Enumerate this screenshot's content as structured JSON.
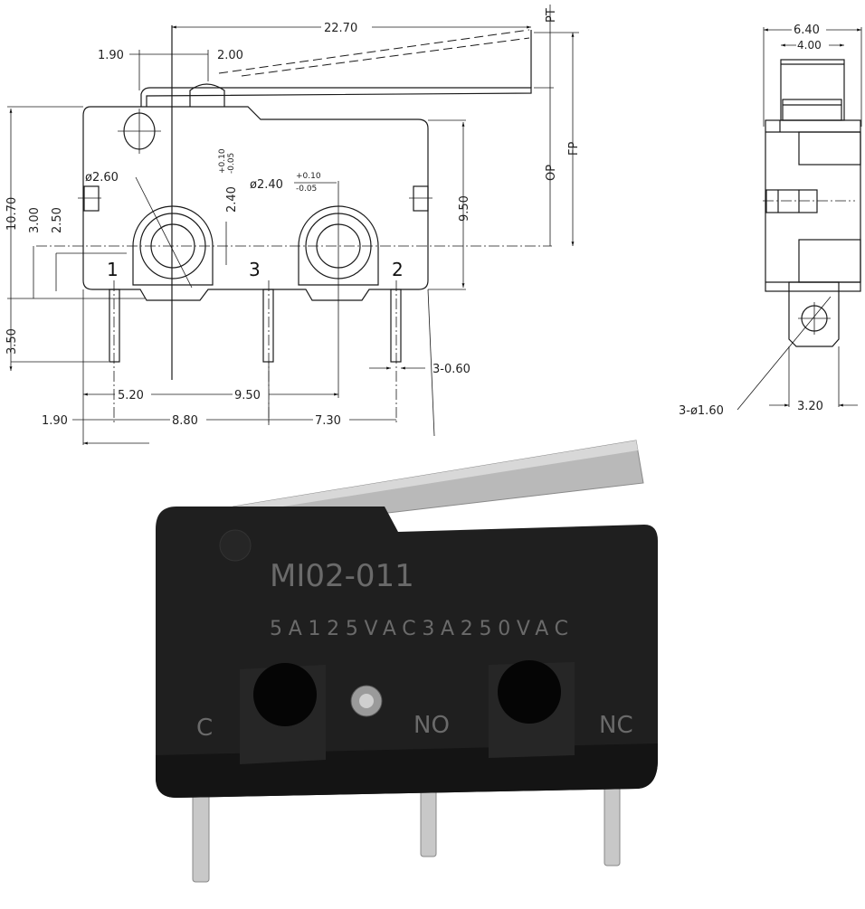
{
  "front_view": {
    "dims": {
      "overall_length": "22.70",
      "lever_offset": "1.90",
      "plunger_offset": "2.00",
      "height": "10.70",
      "hole_height_a": "3.00",
      "hole_height_b": "2.50",
      "pin_length": "3.50",
      "body_height": "9.50",
      "hole_tol_vertical": "2.40",
      "hole_tol_vertical_plus": "+0.10",
      "hole_tol_vertical_minus": "-0.05",
      "left_hole_dia": "ø2.60",
      "right_hole_dia": "ø2.40",
      "right_hole_plus": "+0.10",
      "right_hole_minus": "-0.05",
      "left_edge_to_hole": "5.20",
      "hole_spacing": "9.50",
      "edge_to_pin": "1.90",
      "pin1_to_pin3": "8.80",
      "pin3_to_pin2": "7.30",
      "pin_width": "3-0.60"
    },
    "positions": {
      "pt": "PT",
      "op": "OP",
      "fp": "FP"
    },
    "pin_labels": [
      "1",
      "3",
      "2"
    ]
  },
  "side_view": {
    "dims": {
      "width": "6.40",
      "lever_width": "4.00",
      "terminal_width": "3.20",
      "terminal_hole": "3-ø1.60"
    }
  },
  "photo": {
    "model": "MI02-011",
    "rating": "5A125VAC3A250VAC",
    "terminals": [
      "C",
      "NO",
      "NC"
    ],
    "colors": {
      "body": "#1c1c1c",
      "lever": "#b9b9b9",
      "pins": "#c8c8c8"
    }
  }
}
